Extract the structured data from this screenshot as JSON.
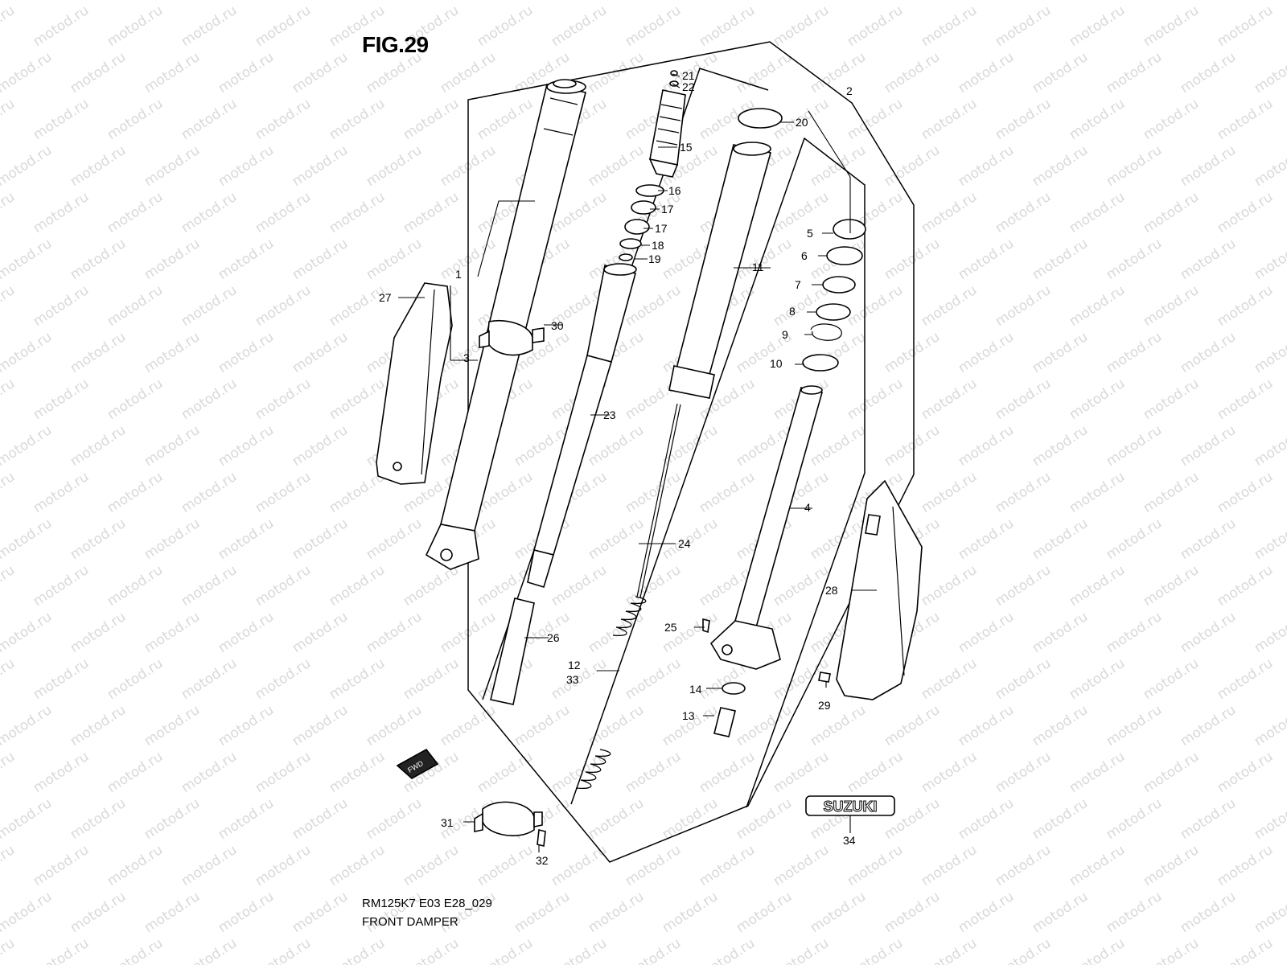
{
  "figure": {
    "title": "FIG.29",
    "code": "RM125K7 E03 E28_029",
    "name": "FRONT DAMPER"
  },
  "watermark": {
    "text": "motod.ru"
  },
  "badges": {
    "fwd": "FWD",
    "brand": "SUZUKI"
  },
  "callouts": [
    {
      "id": "c1",
      "text": "1"
    },
    {
      "id": "c2",
      "text": "2"
    },
    {
      "id": "c3",
      "text": "3"
    },
    {
      "id": "c4",
      "text": "4"
    },
    {
      "id": "c5",
      "text": "5"
    },
    {
      "id": "c6",
      "text": "6"
    },
    {
      "id": "c7",
      "text": "7"
    },
    {
      "id": "c8",
      "text": "8"
    },
    {
      "id": "c9",
      "text": "9"
    },
    {
      "id": "c10",
      "text": "10"
    },
    {
      "id": "c11",
      "text": "11"
    },
    {
      "id": "c12",
      "text": "12"
    },
    {
      "id": "c33",
      "text": "33"
    },
    {
      "id": "c13",
      "text": "13"
    },
    {
      "id": "c14",
      "text": "14"
    },
    {
      "id": "c15",
      "text": "15"
    },
    {
      "id": "c16",
      "text": "16"
    },
    {
      "id": "c17a",
      "text": "17"
    },
    {
      "id": "c17b",
      "text": "17"
    },
    {
      "id": "c18",
      "text": "18"
    },
    {
      "id": "c19",
      "text": "19"
    },
    {
      "id": "c20",
      "text": "20"
    },
    {
      "id": "c21",
      "text": "21"
    },
    {
      "id": "c22",
      "text": "22"
    },
    {
      "id": "c23",
      "text": "23"
    },
    {
      "id": "c24",
      "text": "24"
    },
    {
      "id": "c25",
      "text": "25"
    },
    {
      "id": "c26",
      "text": "26"
    },
    {
      "id": "c27",
      "text": "27"
    },
    {
      "id": "c28",
      "text": "28"
    },
    {
      "id": "c29",
      "text": "29"
    },
    {
      "id": "c30",
      "text": "30"
    },
    {
      "id": "c31",
      "text": "31"
    },
    {
      "id": "c32",
      "text": "32"
    },
    {
      "id": "c34",
      "text": "34"
    }
  ]
}
